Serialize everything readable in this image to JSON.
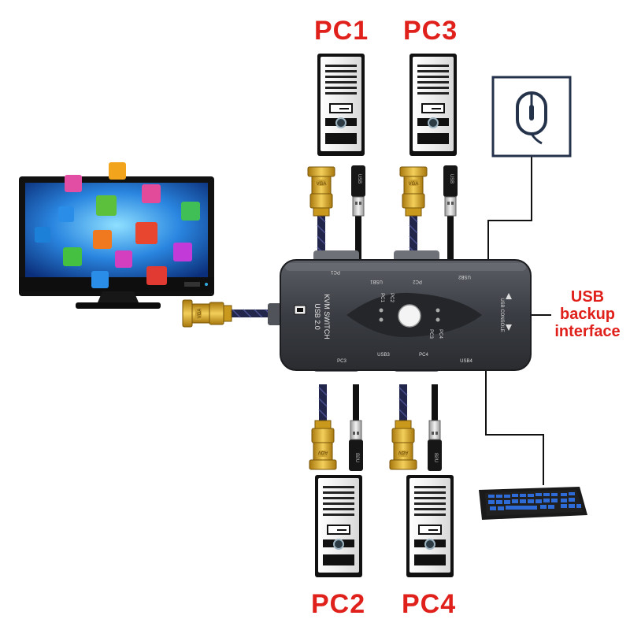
{
  "labels": {
    "pc1": "PC1",
    "pc2": "PC2",
    "pc3": "PC3",
    "pc4": "PC4",
    "usb_backup_line1": "USB",
    "usb_backup_line2": "backup",
    "usb_backup_line3": "interface"
  },
  "switch_box": {
    "title_line1": "USB 2.0",
    "title_line2": "KVM SWITCH",
    "port_pc1": "PC1",
    "port_usb1": "USB1",
    "port_pc2": "PC2",
    "port_usb2": "USB2",
    "port_pc3": "PC3",
    "port_usb3": "USB3",
    "port_pc4": "PC4",
    "port_usb4": "USB4",
    "led_pc1": "PC1",
    "led_pc2": "PC2",
    "led_pc3": "PC3",
    "led_pc4": "PC4",
    "console": "USB CONSOLE"
  },
  "cables": {
    "vga": "VGA",
    "usb": "USB"
  },
  "colors": {
    "label_red": "#e0201b",
    "box_dark": "#3a3d43",
    "cable_navy": "#22264a",
    "gold": "#d9a520",
    "screen_blue": "#1b6fd6"
  },
  "icons": [
    "tower-pc-icon",
    "mouse-icon",
    "keyboard-icon",
    "monitor-icon",
    "vga-connector-icon",
    "usb-connector-icon"
  ]
}
